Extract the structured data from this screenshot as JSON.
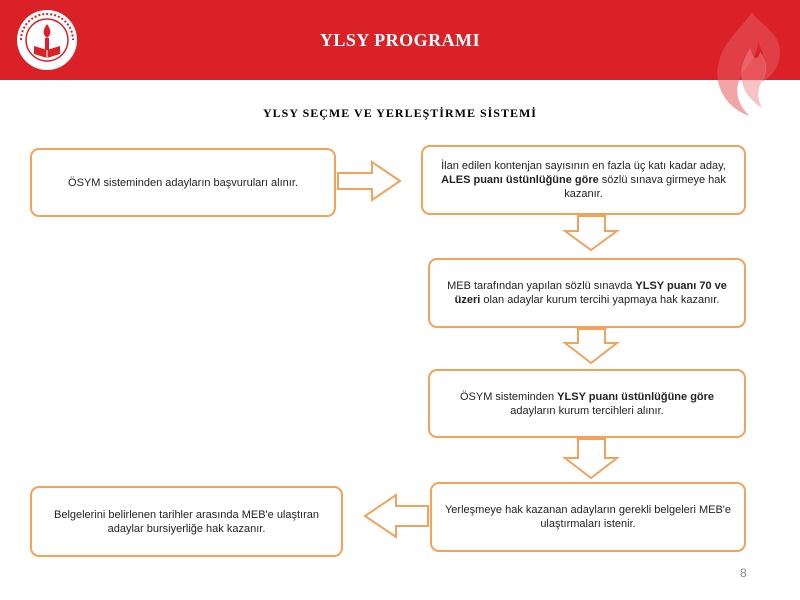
{
  "header": {
    "title": "YLSY PROGRAMI",
    "brand_color": "#da2128",
    "logo_text": "T.C. MİLLİ EĞİTİM BAKANLIĞI"
  },
  "subtitle": "YLSY SEÇME VE YERLEŞTİRME SİSTEMİ",
  "boxes": {
    "box1": {
      "text": "ÖSYM sisteminden adayların başvuruları alınır."
    },
    "box2": {
      "pre": "İlan edilen kontenjan sayısının en fazla üç katı kadar aday, ",
      "bold": "ALES puanı üstünlüğüne göre",
      "post": " sözlü sınava girmeye hak kazanır."
    },
    "box3": {
      "pre": "MEB tarafından yapılan sözlü sınavda ",
      "bold": "YLSY puanı 70 ve üzeri",
      "post": " olan adaylar kurum tercihi yapmaya hak kazanır."
    },
    "box4": {
      "pre": "ÖSYM sisteminden ",
      "bold": "YLSY puanı üstünlüğüne göre",
      "post": " adayların kurum tercihleri alınır."
    },
    "box5": {
      "text": "Yerleşmeye hak kazanan adayların gerekli belgeleri MEB'e ulaştırmaları istenir."
    },
    "box6": {
      "text": "Belgelerini belirlenen tarihler arasında MEB'e ulaştıran adaylar bursiyerliğe hak kazanır."
    }
  },
  "page_number": "8",
  "colors": {
    "box_border": "#f3a25a",
    "arrow_border": "#f3a25a"
  }
}
